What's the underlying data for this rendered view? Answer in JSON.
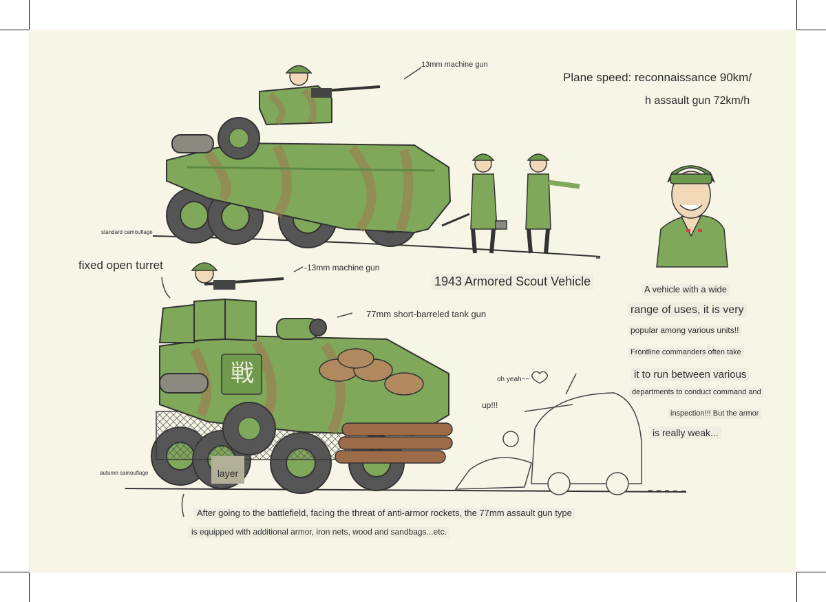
{
  "title": "1943 Armored Scout Vehicle",
  "speed": {
    "line1": "Plane speed: reconnaissance 90km/",
    "line2": "h assault gun 72km/h"
  },
  "labels": {
    "mg_top": "13mm machine gun",
    "mg_bottom": "-13mm machine gun",
    "fixed_turret": "fixed open turret",
    "tank_gun": "77mm short-barreled tank gun",
    "standard_camo": "standard camouflage",
    "autumn_camo": "autumn camouflage",
    "layer": "layer",
    "oh_yeah": "oh yeah~~",
    "up": "up!!!"
  },
  "description": [
    "A vehicle with a wide",
    "range of uses, it is very",
    "popular among various units!!",
    "Frontline commanders often take",
    "it to run between various",
    "departments to conduct command and",
    "inspection!!! But the armor",
    "is really weak..."
  ],
  "footnote": {
    "line1": "After going to the battlefield, facing the threat of anti-armor rockets, the 77mm assault gun type",
    "line2": "is equipped with additional armor, iron nets, wood and sandbags...etc."
  },
  "vehicle_marking": "戦",
  "colors": {
    "paper": "#f6f5e6",
    "camo_green": "#7fa85a",
    "camo_dark": "#5d8a43",
    "camo_brown": "#a07850",
    "wood": "#9c6b48",
    "ink": "#2d2d2d"
  }
}
